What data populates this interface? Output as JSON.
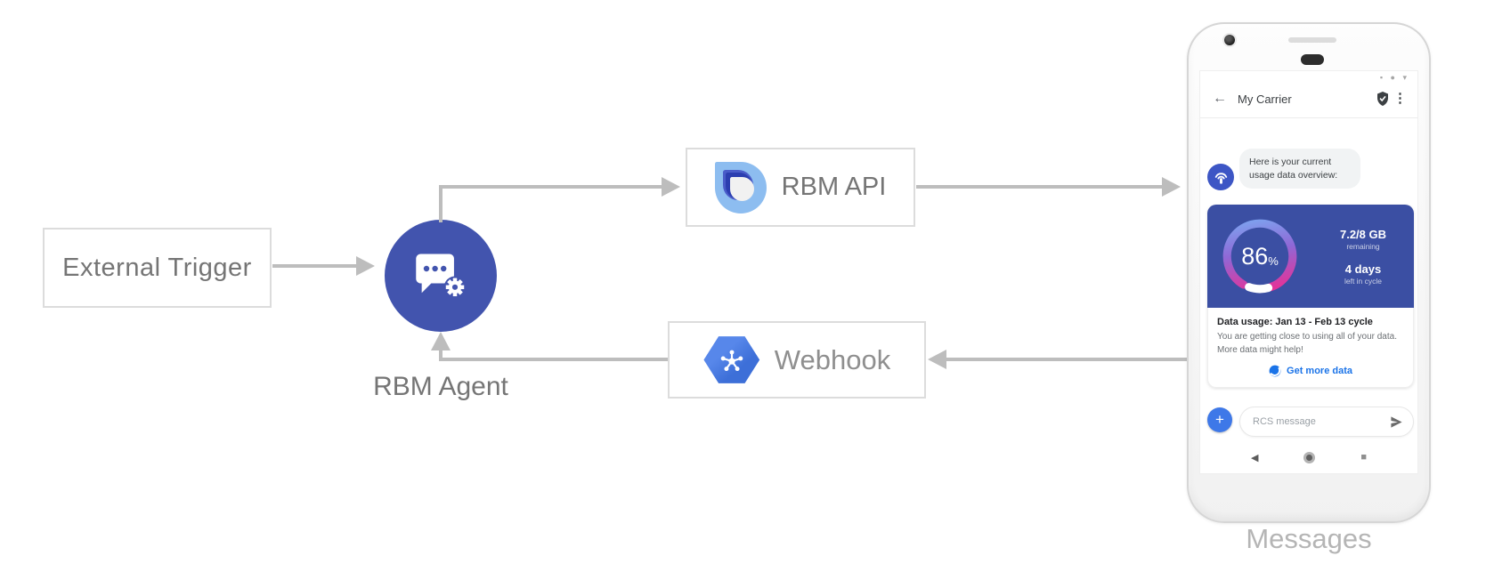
{
  "diagram": {
    "nodes": {
      "external_trigger": "External Trigger",
      "rbm_agent": "RBM Agent",
      "rbm_api": "RBM API",
      "webhook": "Webhook"
    },
    "phone_caption": "Messages"
  },
  "phone": {
    "status_icons": "▪ ● ▾",
    "header": {
      "back_glyph": "←",
      "title": "My Carrier",
      "menu_glyph": "⋮"
    },
    "chat": {
      "agent_message": "Here is your current usage data overview:"
    },
    "usage_card": {
      "percent_value": "86",
      "percent_unit": "%",
      "remaining_value": "7.2/8 GB",
      "remaining_label": "remaining",
      "days_value": "4 days",
      "days_label": "left in cycle",
      "title": "Data usage: Jan 13 - Feb 13 cycle",
      "body_line1": "You are getting close to using all of your data.",
      "body_line2": "More data might help!",
      "action_label": "Get more data"
    },
    "compose": {
      "plus_glyph": "+",
      "placeholder": "RCS message"
    },
    "navbar": {
      "back_glyph": "◀",
      "overview_glyph": "■"
    }
  },
  "colors": {
    "agent_blue": "#4254ae",
    "card_indigo": "#3b4fa3",
    "avatar_blue": "#3d56c5",
    "plus_blue": "#3e78e8",
    "action_blue": "#1a73e8",
    "arrow_gray": "#bdbdbd",
    "gauge_gradient_start": "#79b0f5",
    "gauge_gradient_mid": "#8f68d6",
    "gauge_gradient_end": "#ef2b90"
  }
}
